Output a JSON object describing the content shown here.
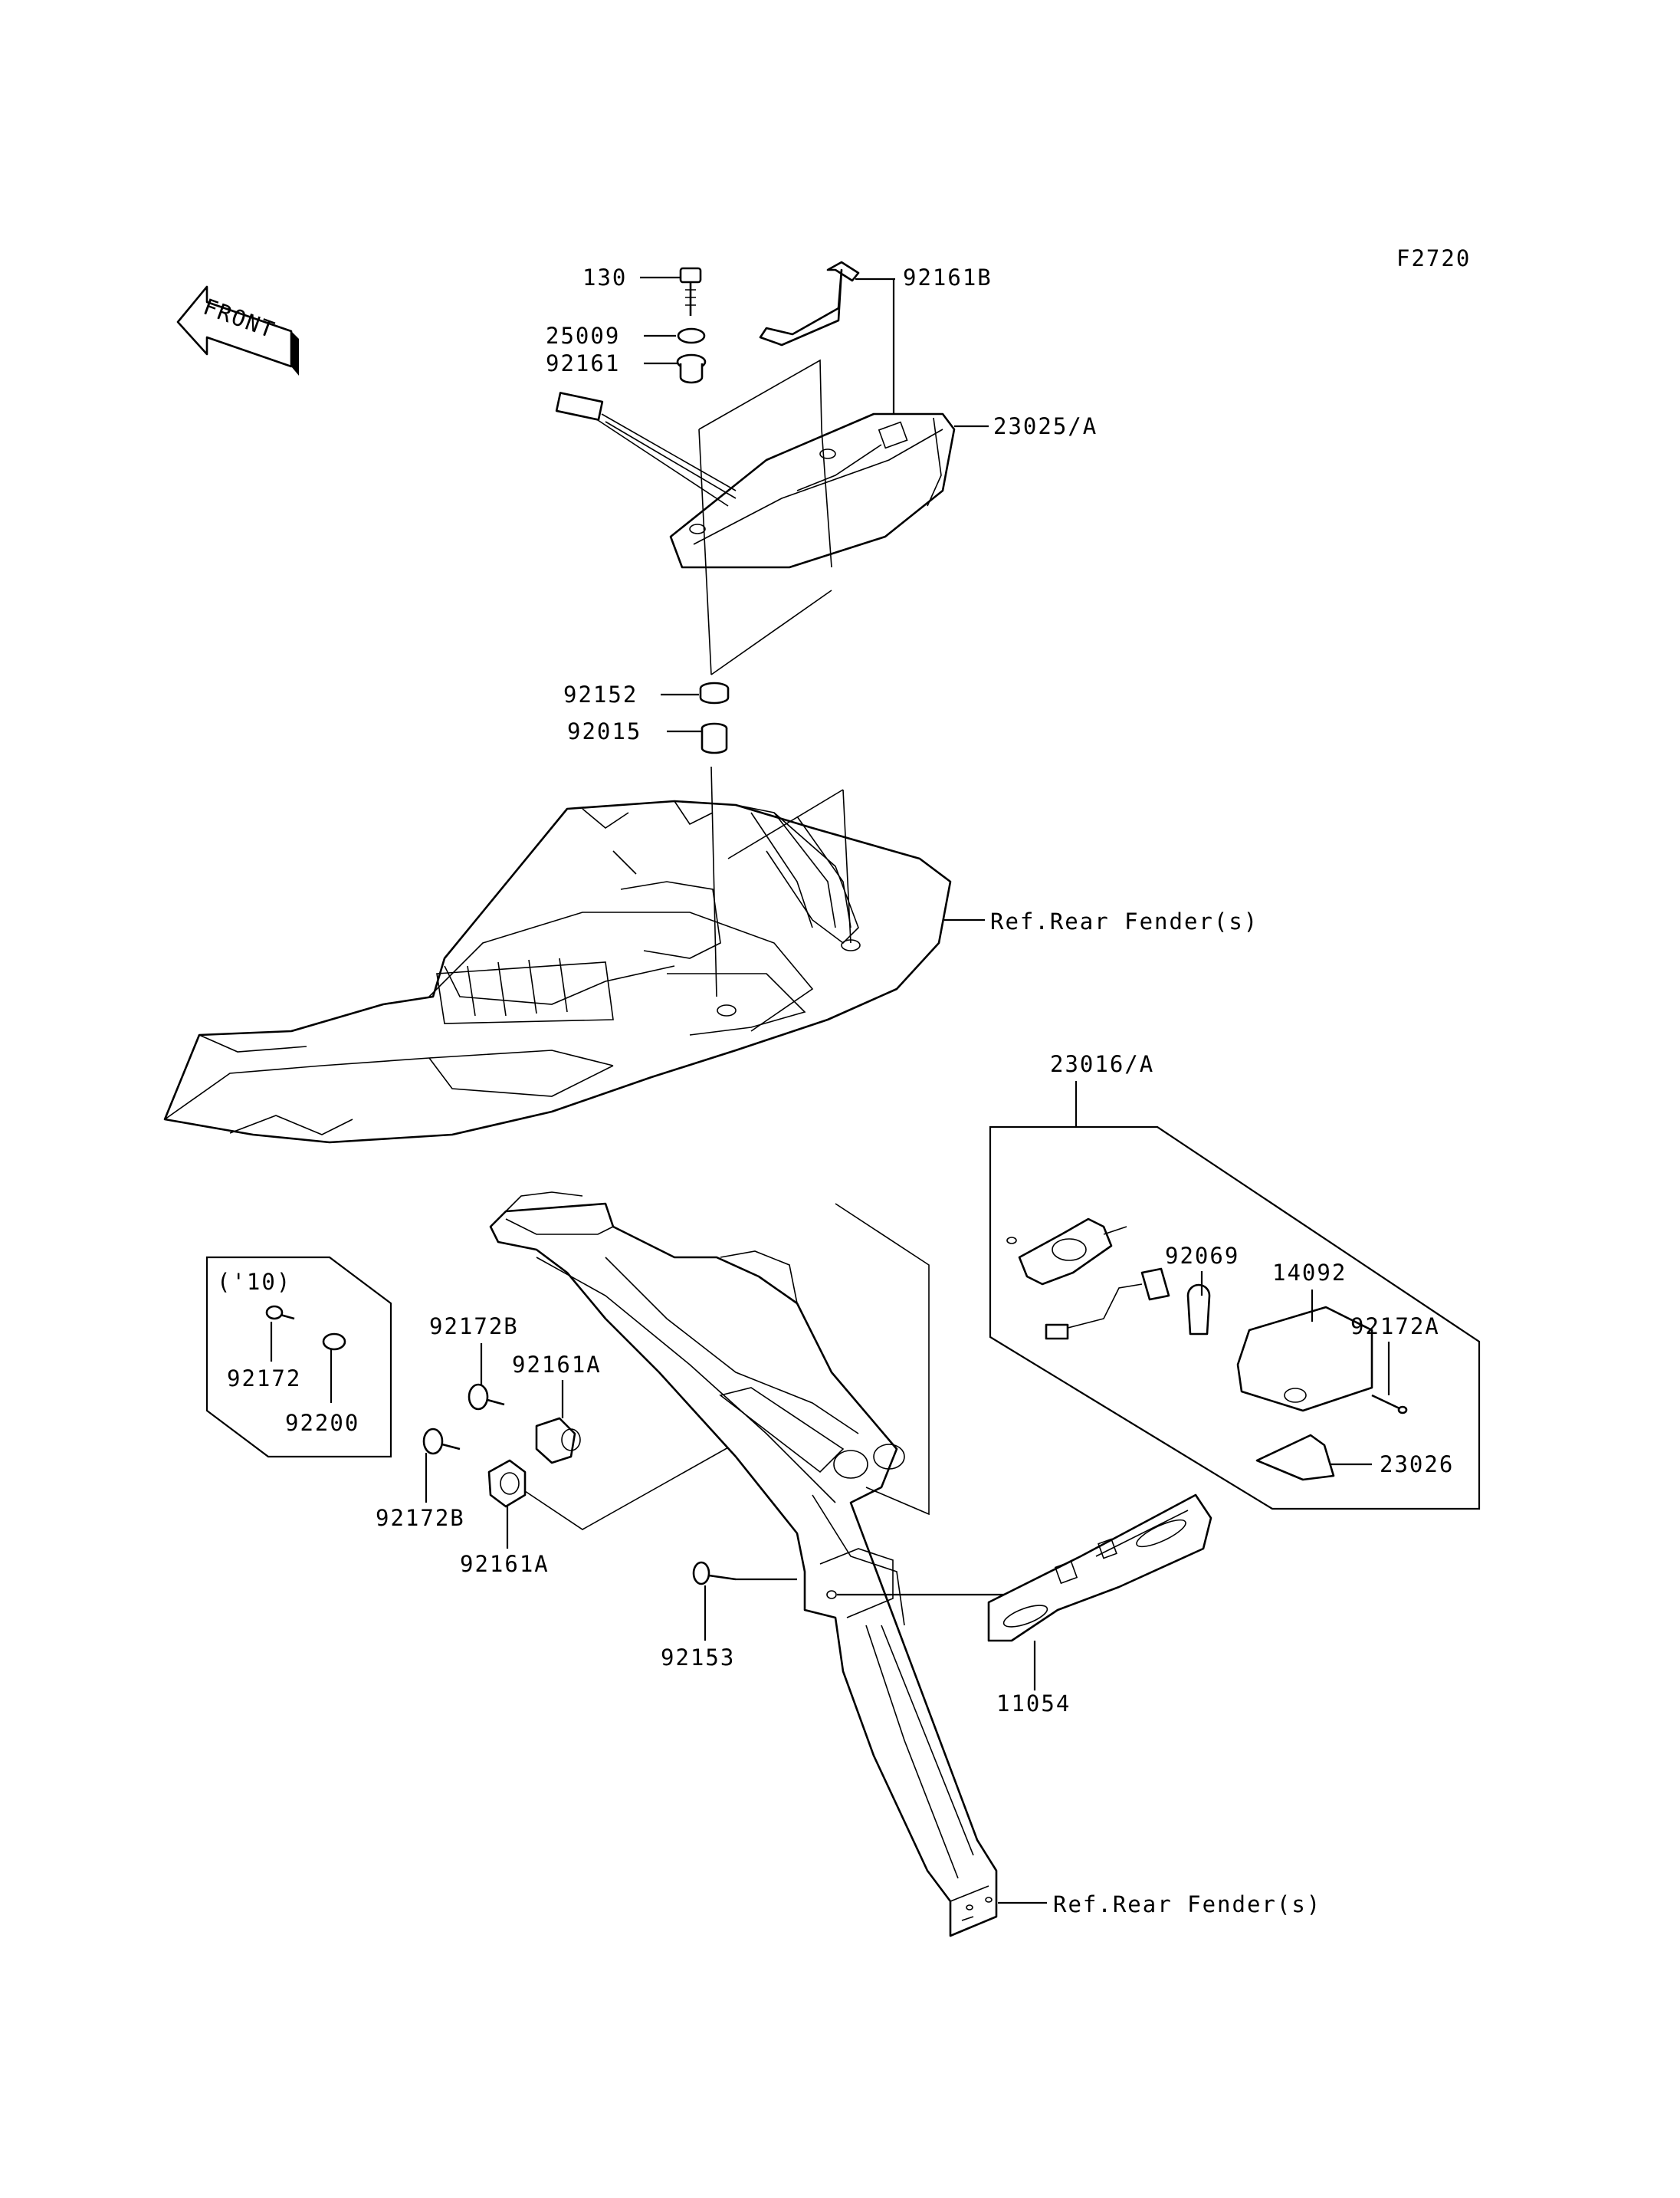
{
  "diagram_code": "F2720",
  "front_arrow": {
    "label": "FRONT",
    "icon": "front-direction-arrow-icon"
  },
  "inset_note": "('10)",
  "parts": {
    "p130": "130",
    "p25009": "25009",
    "p92161": "92161",
    "p92161B": "92161B",
    "p23025A": "23025/A",
    "p92152": "92152",
    "p92015": "92015",
    "ref_rear_fender_1": "Ref.Rear Fender(s)",
    "p23016A": "23016/A",
    "p92069": "92069",
    "p14092": "14092",
    "p92172A": "92172A",
    "p23026": "23026",
    "p92172": "92172",
    "p92200": "92200",
    "p92172B_top": "92172B",
    "p92161A_top": "92161A",
    "p92172B_bottom": "92172B",
    "p92161A_bottom": "92161A",
    "p92153": "92153",
    "p11054": "11054",
    "ref_rear_fender_2": "Ref.Rear Fender(s)"
  }
}
